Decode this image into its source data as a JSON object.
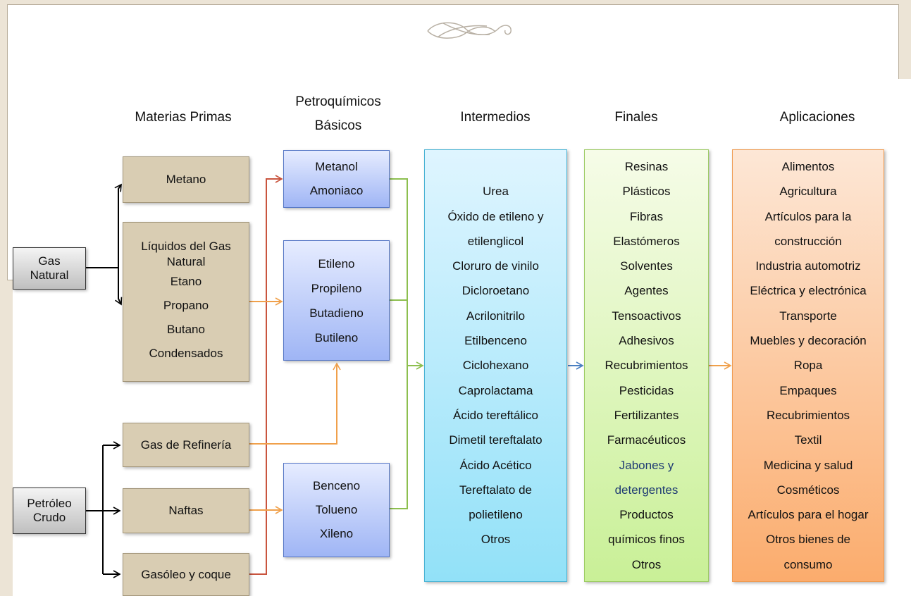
{
  "headers": {
    "materias_primas": "Materias Primas",
    "petroquimicos_basicos": [
      "Petroquímicos",
      "Básicos"
    ],
    "intermedios": "Intermedios",
    "finales": "Finales",
    "aplicaciones": "Aplicaciones"
  },
  "sources": {
    "gas_natural": [
      "Gas",
      "Natural"
    ],
    "petroleo_crudo": [
      "Petróleo",
      "Crudo"
    ]
  },
  "materias_primas": {
    "metano": "Metano",
    "liquidos": [
      "Líquidos del Gas",
      "Natural",
      "Etano",
      "Propano",
      "Butano",
      "Condensados"
    ],
    "gas_refineria": "Gas de Refinería",
    "naftas": "Naftas",
    "gasoleo": "Gasóleo y coque"
  },
  "basicos": {
    "metanol_group": [
      "Metanol",
      "Amoniaco"
    ],
    "olefinas_group": [
      "Etileno",
      "Propileno",
      "Butadieno",
      "Butileno"
    ],
    "aromaticos_group": [
      "Benceno",
      "Tolueno",
      "Xileno"
    ]
  },
  "intermedios": [
    "Urea",
    "Óxido de etileno y",
    "etilenglicol",
    "Cloruro de vinilo",
    "Dicloroetano",
    "Acrilonitrilo",
    "Etilbenceno",
    "Ciclohexano",
    "Caprolactama",
    "Ácido tereftálico",
    "Dimetil tereftalato",
    "Ácido Acético",
    "Tereftalato de",
    "polietileno",
    "Otros"
  ],
  "finales": [
    "Resinas",
    "Plásticos",
    "Fibras",
    "Elastómeros",
    "Solventes",
    "Agentes",
    "Tensoactivos",
    "Adhesivos",
    "Recubrimientos",
    "Pesticidas",
    "Fertilizantes",
    "Farmacéuticos",
    "Jabones y",
    "detergentes",
    "Productos",
    "químicos finos",
    "Otros"
  ],
  "aplicaciones": [
    "Alimentos",
    "Agricultura",
    "Artículos para la",
    "construcción",
    "Industria automotriz",
    "Eléctrica y electrónica",
    "Transporte",
    "Muebles y decoración",
    "Ropa",
    "Empaques",
    "Recubrimientos",
    "Textil",
    "Medicina y salud",
    "Cosméticos",
    "Artículos para el hogar",
    "Otros bienes de",
    "consumo"
  ],
  "colors": {
    "arrow_red": "#c9543e",
    "arrow_orange": "#f0a04b",
    "arrow_green": "#8dbf4f",
    "arrow_blue": "#4a7fc1",
    "arrow_black": "#000000"
  }
}
